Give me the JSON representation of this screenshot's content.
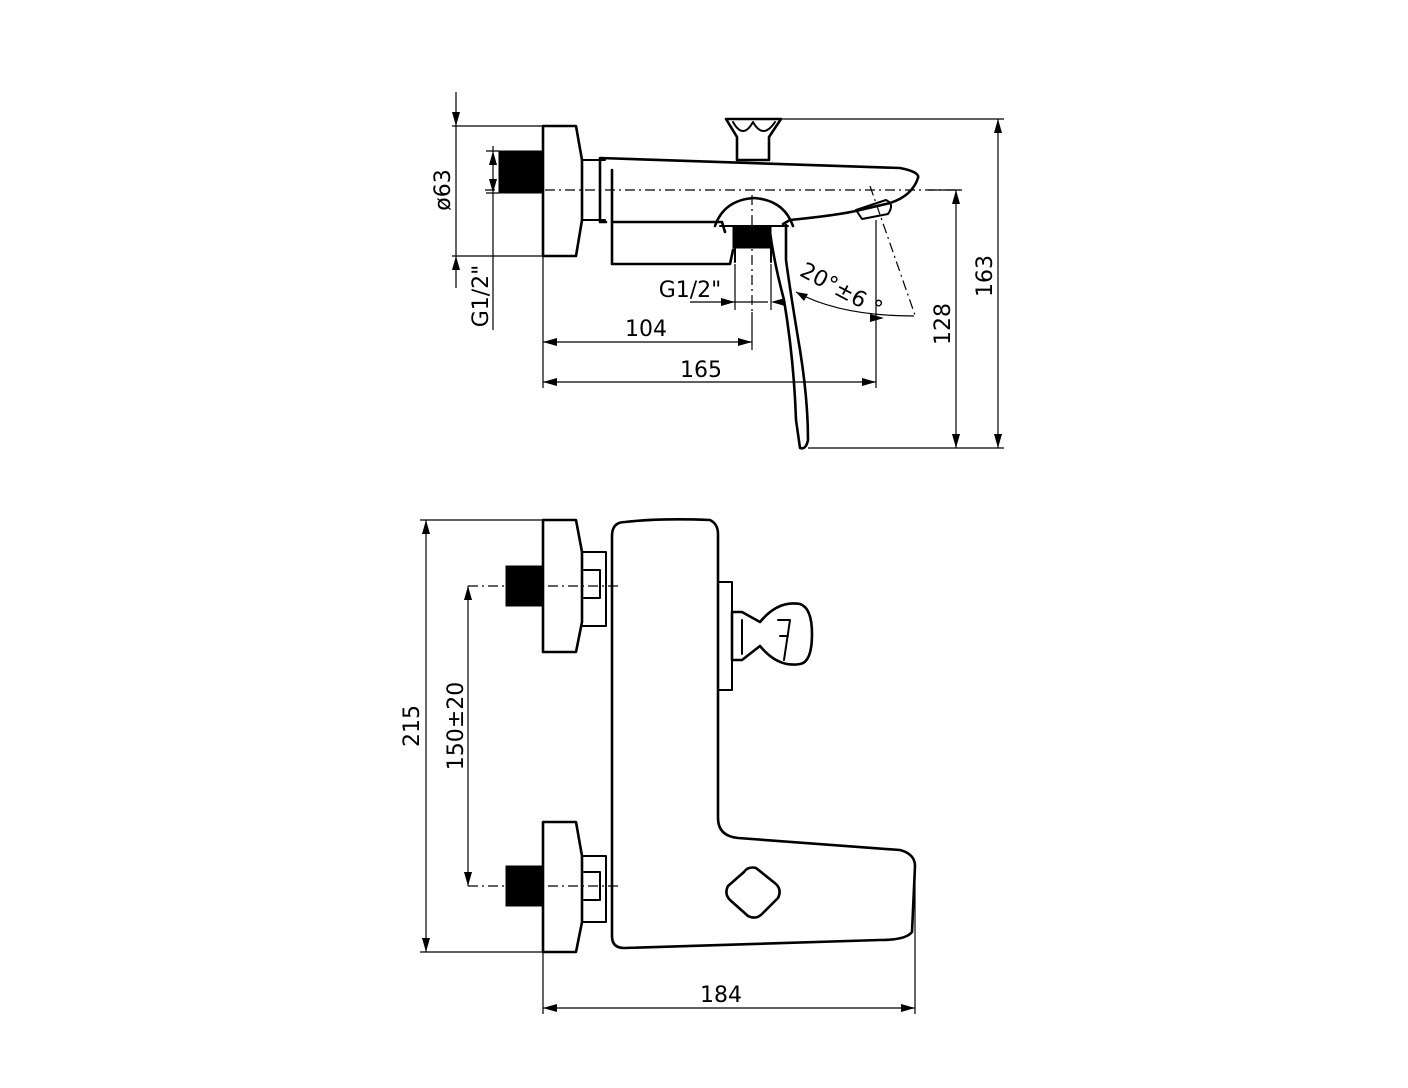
{
  "dimensions": {
    "diameter": "ø63",
    "thread_left": "G1/2\"",
    "thread_bottom": "G1/2\"",
    "angle": "20°±6 °",
    "length_104": "104",
    "length_165": "165",
    "height_128": "128",
    "height_163": "163",
    "height_215": "215",
    "spacing": "150±20",
    "width_184": "184"
  }
}
